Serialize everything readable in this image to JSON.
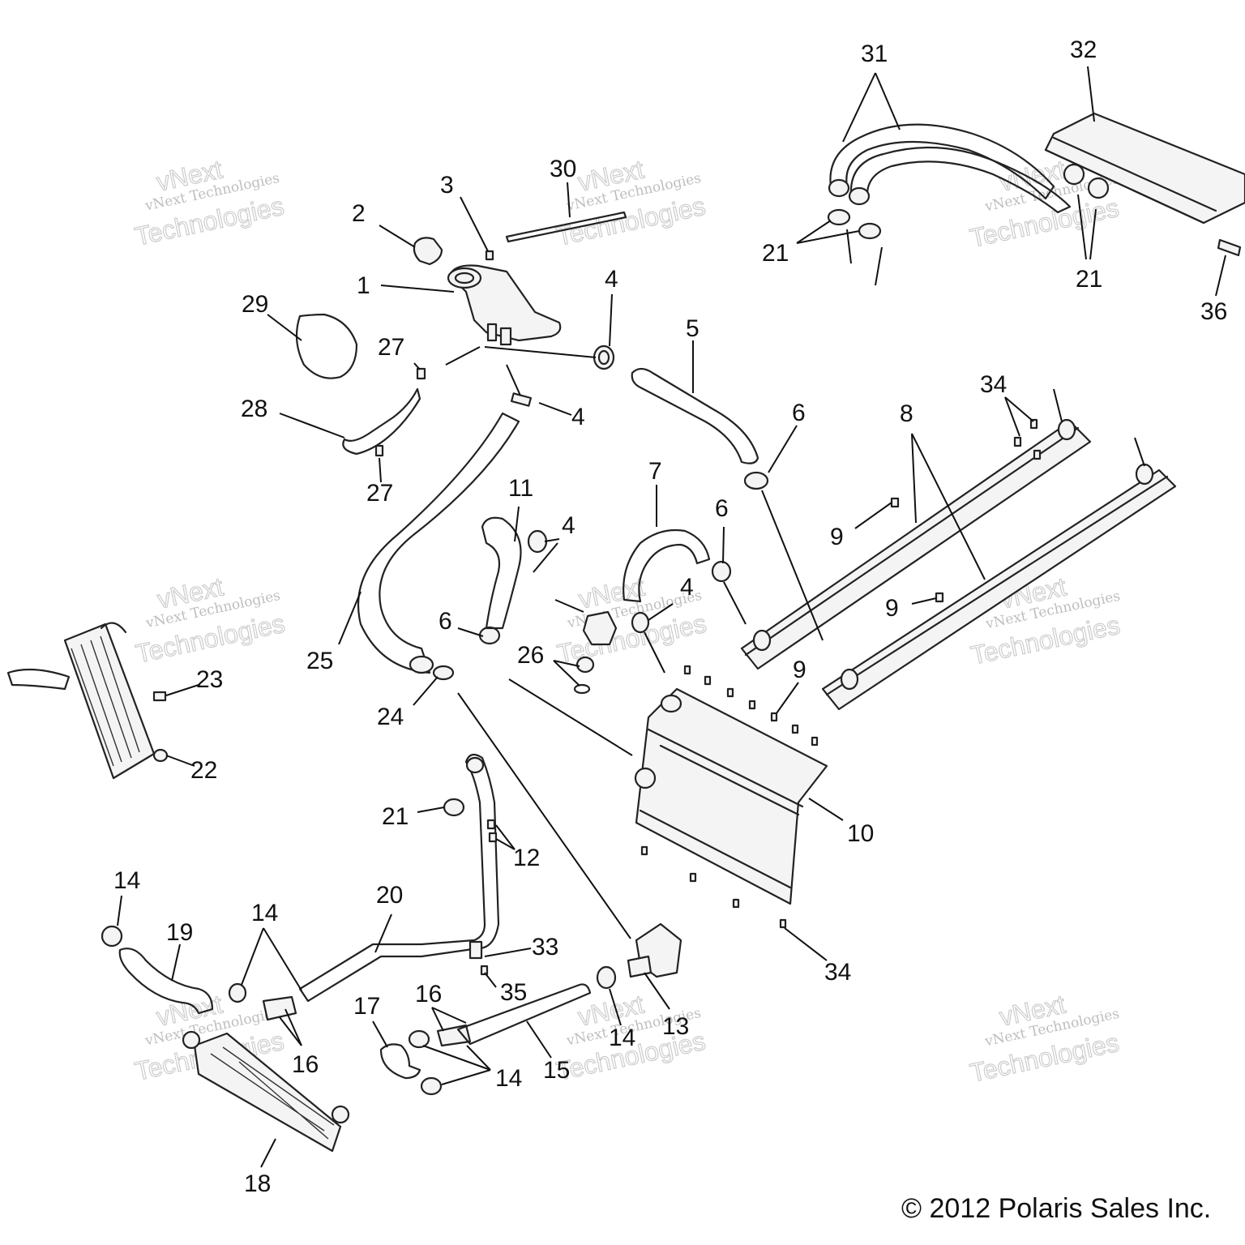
{
  "watermark": {
    "line1": "vNext Technologies",
    "big": "vNext",
    "big2": "Technologies"
  },
  "callouts": {
    "c1": "1",
    "c2": "2",
    "c3": "3",
    "c4a": "4",
    "c4b": "4",
    "c4c": "4",
    "c4d": "4",
    "c5": "5",
    "c6a": "6",
    "c6b": "6",
    "c6c": "6",
    "c7": "7",
    "c8": "8",
    "c9a": "9",
    "c9b": "9",
    "c9c": "9",
    "c10": "10",
    "c11": "11",
    "c12": "12",
    "c13": "13",
    "c14a": "14",
    "c14b": "14",
    "c14c": "14",
    "c14d": "14",
    "c15": "15",
    "c16a": "16",
    "c16b": "16",
    "c17": "17",
    "c18": "18",
    "c19": "19",
    "c20": "20",
    "c21a": "21",
    "c21b": "21",
    "c21c": "21",
    "c22": "22",
    "c23": "23",
    "c24": "24",
    "c25": "25",
    "c26": "26",
    "c27a": "27",
    "c27b": "27",
    "c28": "28",
    "c29": "29",
    "c30": "30",
    "c31": "31",
    "c32": "32",
    "c33": "33",
    "c34a": "34",
    "c34b": "34",
    "c35": "35",
    "c36": "36"
  },
  "copyright": "© 2012 Polaris Sales Inc."
}
